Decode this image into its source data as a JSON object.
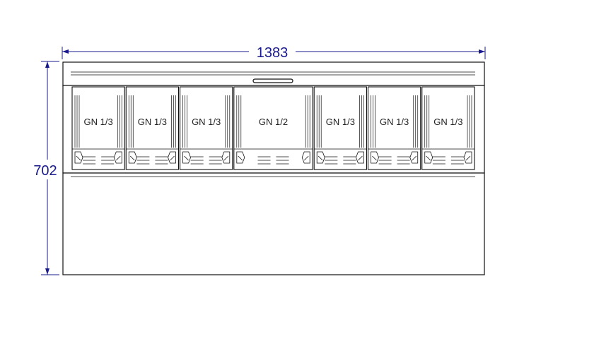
{
  "dimensions": {
    "width_label": "1383",
    "height_label": "702",
    "color": "#1a1a8c"
  },
  "pans": [
    {
      "label": "GN 1/3",
      "size": "1/3"
    },
    {
      "label": "GN 1/3",
      "size": "1/3"
    },
    {
      "label": "GN 1/3",
      "size": "1/3"
    },
    {
      "label": "GN 1/2",
      "size": "1/2"
    },
    {
      "label": "GN 1/3",
      "size": "1/3"
    },
    {
      "label": "GN 1/3",
      "size": "1/3"
    },
    {
      "label": "GN 1/3",
      "size": "1/3"
    }
  ],
  "colors": {
    "line": "#111111",
    "background": "#ffffff"
  }
}
